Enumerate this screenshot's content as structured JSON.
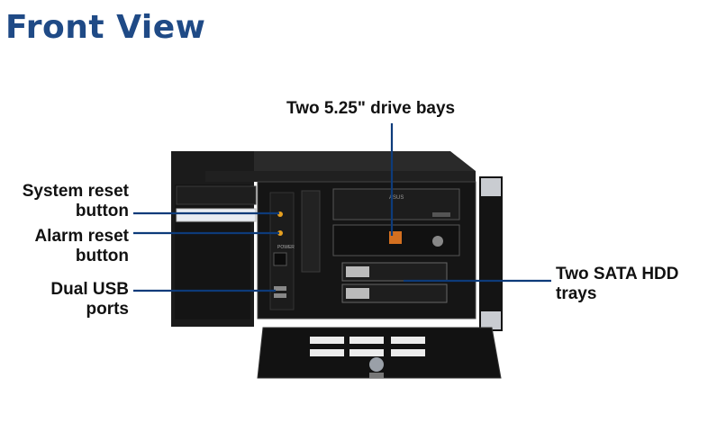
{
  "title": "Front View",
  "callouts": {
    "drive_bays": "Two 5.25\" drive bays",
    "system_reset": [
      "System reset",
      "button"
    ],
    "alarm_reset": [
      "Alarm reset",
      "button"
    ],
    "dual_usb": [
      "Dual USB",
      "ports"
    ],
    "sata_trays": [
      "Two SATA HDD",
      "trays"
    ]
  },
  "colors": {
    "title": "#1f4a86",
    "leader_line": "#0d3b7a",
    "chassis": "#1a1a1a"
  },
  "panel_marks": {
    "power_label": "POWER",
    "drive_brand": "ASUS"
  }
}
